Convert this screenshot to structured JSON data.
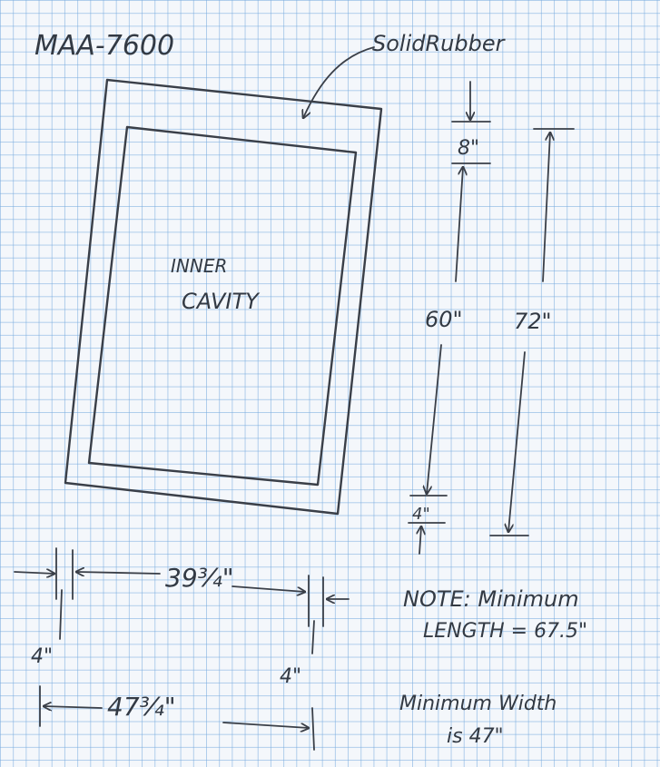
{
  "model": "MAA-7600",
  "material_label": "SolidRubber",
  "inner_label_line1": "INNER",
  "inner_label_line2": "CAVITY",
  "dimensions": {
    "top_wall": "8\"",
    "inner_length": "60\"",
    "outer_length": "72\"",
    "bottom_wall": "4\"",
    "inner_width": "39¾\"",
    "left_wall": "4\"",
    "right_wall": "4\"",
    "outer_width": "47¾\""
  },
  "notes": {
    "line1": "NOTE: Minimum",
    "line2": "LENGTH = 67.5\"",
    "line3": "Minimum Width",
    "line4": "is 47\""
  }
}
